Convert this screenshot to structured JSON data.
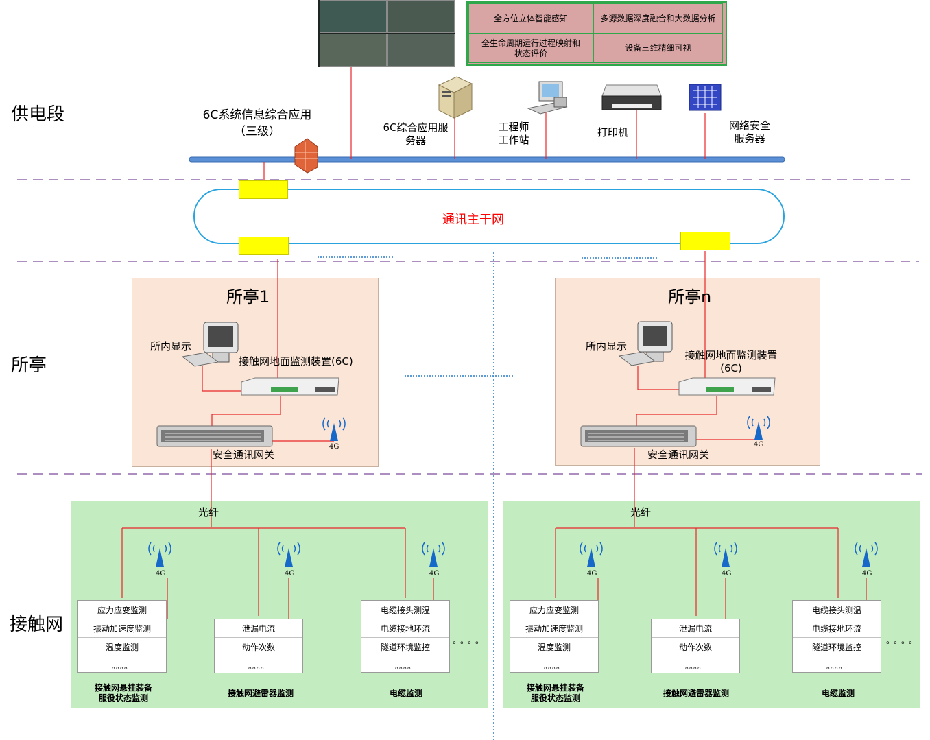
{
  "zones": {
    "supply": "供电段",
    "station": "所亭",
    "contact": "接触网"
  },
  "features": [
    "全方位立体智能感知",
    "多源数据深度融合和大数据分析",
    "全生命周期运行过程映射和状态评价",
    "设备三维精细可视"
  ],
  "top": {
    "system": "6C系统信息综合应用",
    "system_level": "（三级）",
    "server": "6C综合应用服务器",
    "workstation": "工程师工作站",
    "printer": "打印机",
    "security_server": "网络安全服务器"
  },
  "backbone": {
    "label": "通讯主干网",
    "color": "#ff0000"
  },
  "stations": [
    {
      "title": "所亭1",
      "display": "所内显示",
      "device": "接触网地面监测装置(6C)",
      "gateway": "安全通讯网关",
      "signal": "4G"
    },
    {
      "title": "所亭n",
      "display": "所内显示",
      "device": "接触网地面监测装置",
      "device_sub": "(6C)",
      "gateway": "安全通讯网关",
      "signal": "4G"
    }
  ],
  "fiber": "光纤",
  "signal_4g": "4G",
  "groups": [
    {
      "rows": [
        "应力应变监测",
        "振动加速度监测",
        "温度监测",
        "。。。。"
      ],
      "caption": "接触网悬挂装备",
      "caption2": "服役状态监测"
    },
    {
      "rows": [
        "泄漏电流",
        "动作次数",
        "。。。。"
      ],
      "caption": "接触网避雷器监测"
    },
    {
      "rows": [
        "电缆接头测温",
        "电缆接地环流",
        "隧道环境监控",
        "。。。。"
      ],
      "caption": "电缆监测"
    }
  ],
  "ellipsis": "。。。。",
  "colors": {
    "link": "#e8272b",
    "bus": "#4a7ec9",
    "dash": "#7a4a9c",
    "ring": "#28a3e0",
    "divider": "#2a7bc8",
    "green": "#c3ecc1",
    "peach": "#fbe5d6"
  }
}
